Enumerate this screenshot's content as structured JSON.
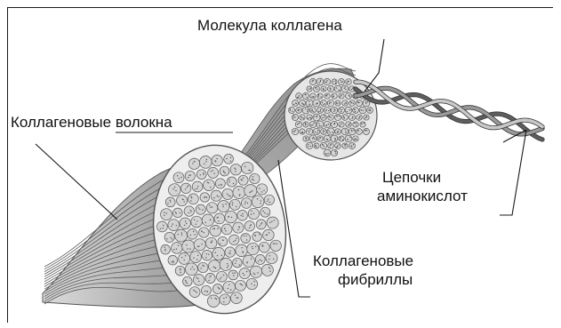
{
  "labels": {
    "collagen_molecule": "Молекула коллагена",
    "collagen_fibers": "Коллагеновые волокна",
    "amino_chains_line1": "Цепочки",
    "amino_chains_line2": "аминокислот",
    "collagen_fibrils_line1": "Коллагеновые",
    "collagen_fibrils_line2": "фибриллы"
  },
  "colors": {
    "line": "#1a1a1a",
    "fiber_fill": "#bdbdbd",
    "fiber_stroke": "#6e6e6e",
    "disc_fill": "#ececec",
    "cell_fill": "#d8d8d8",
    "helix_dark": "#6a6a6a",
    "helix_light": "#c8c8c8"
  }
}
